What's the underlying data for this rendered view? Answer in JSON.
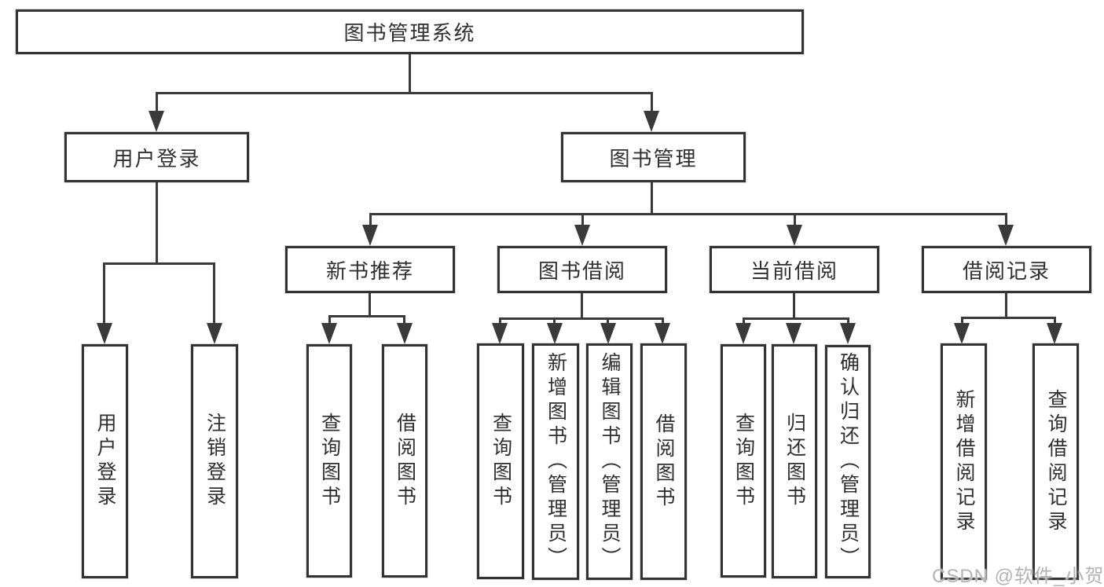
{
  "colors": {
    "line": "#3a3a3a",
    "box_border": "#333333",
    "text": "#2f2f2f",
    "watermark": "#b3b3b3",
    "background": "#ffffff"
  },
  "root": {
    "label": "图书管理系统"
  },
  "level2": {
    "user_login": {
      "label": "用户登录"
    },
    "book_management": {
      "label": "图书管理"
    }
  },
  "level3": {
    "new_book": {
      "label": "新书推荐"
    },
    "book_borrow": {
      "label": "图书借阅"
    },
    "current_borrow": {
      "label": "当前借阅"
    },
    "borrow_records": {
      "label": "借阅记录"
    }
  },
  "leaves": {
    "user_login": [
      "用户登录",
      "注销登录"
    ],
    "new_book": [
      "查询图书",
      "借阅图书"
    ],
    "book_borrow": [
      "查询图书",
      "新增图书（管理员）",
      "编辑图书（管理员）",
      "借阅图书"
    ],
    "current_borrow": [
      "查询图书",
      "归还图书",
      "确认归还（管理员）"
    ],
    "borrow_records": [
      "新增借阅记录",
      "查询借阅记录"
    ]
  },
  "watermark": "CSDN @软件_小贺同学"
}
